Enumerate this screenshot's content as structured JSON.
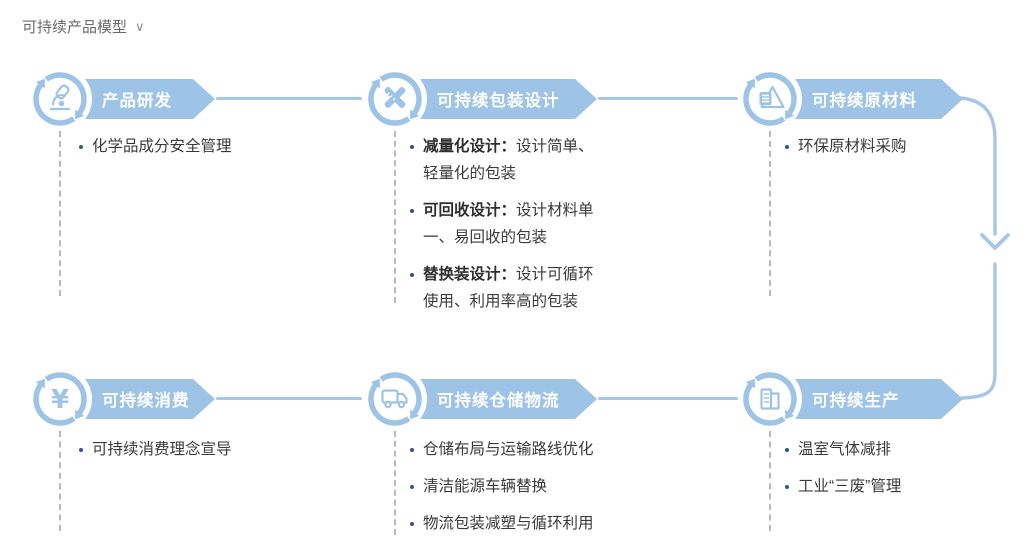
{
  "page": {
    "title": "可持续产品模型",
    "title_chevron": "∨"
  },
  "colors": {
    "accent_blue": "#9DC3E6",
    "connector_blue": "#A6C6EA",
    "bullet_dot": "#2F5597",
    "body_text": "#3A3A3A",
    "title_gray": "#6A6A6A"
  },
  "nodes": [
    {
      "title": "产品研发",
      "icon": "microscope-icon",
      "bullets": [
        {
          "text": "化学品成分安全管理"
        }
      ]
    },
    {
      "title": "可持续包装设计",
      "icon": "ruler-pencil-icon",
      "bullets": [
        {
          "bold": "减量化设计：",
          "text": "设计简单、轻量化的包装"
        },
        {
          "bold": "可回收设计：",
          "text": "设计材料单一、易回收的包装"
        },
        {
          "bold": "替换装设计：",
          "text": "设计可循环使用、利用率高的包装"
        }
      ]
    },
    {
      "title": "可持续原材料",
      "icon": "recycled-materials-icon",
      "bullets": [
        {
          "text": "环保原材料采购"
        }
      ]
    },
    {
      "title": "可持续消费",
      "icon": "yuan-currency-icon",
      "bullets": [
        {
          "text": "可持续消费理念宣导"
        }
      ]
    },
    {
      "title": "可持续仓储物流",
      "icon": "truck-icon",
      "bullets": [
        {
          "text": "仓储布局与运输路线优化"
        },
        {
          "text": "清洁能源车辆替换"
        },
        {
          "text": "物流包装减塑与循环利用"
        }
      ]
    },
    {
      "title": "可持续生产",
      "icon": "factory-icon",
      "bullets": [
        {
          "text": "温室气体减排"
        },
        {
          "text": "工业“三废”管理"
        }
      ]
    }
  ]
}
